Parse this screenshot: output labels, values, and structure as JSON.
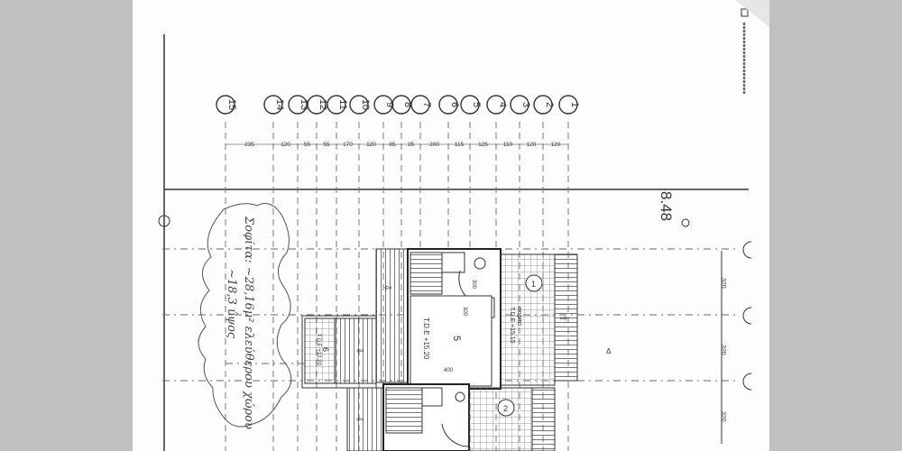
{
  "drawing": {
    "axes_top": [
      "15",
      "14",
      "13",
      "12",
      "11",
      "10",
      "9",
      "8",
      "7",
      "6",
      "5",
      "4",
      "3",
      "2",
      "1"
    ],
    "dimensions_top": [
      "235",
      "120",
      "55",
      "55",
      "170",
      "120",
      "85",
      "35",
      "200",
      "115",
      "125",
      "110",
      "120",
      "120"
    ],
    "dimensions_right": [
      "320",
      "320",
      "320"
    ],
    "level_mark": "8.48",
    "rooms": {
      "main_room_label": "T.D.E +15.20",
      "main_room_number": "5",
      "main_room_width": "400",
      "terrace_1_name": "σοφίτα",
      "terrace_1_label": "T.D.E +15.15",
      "terrace_1_number": "1",
      "terrace_2_number": "2",
      "low_terrace_label": "T.D.E +12.20",
      "low_terrace_number": "6",
      "stair_dim": "300",
      "door_dim": "300"
    },
    "handwritten_note": {
      "line1": "Σοφίτα: ~28,16μ² ελεύθερου χώρου",
      "line2": "~18,3 ύψος"
    }
  }
}
